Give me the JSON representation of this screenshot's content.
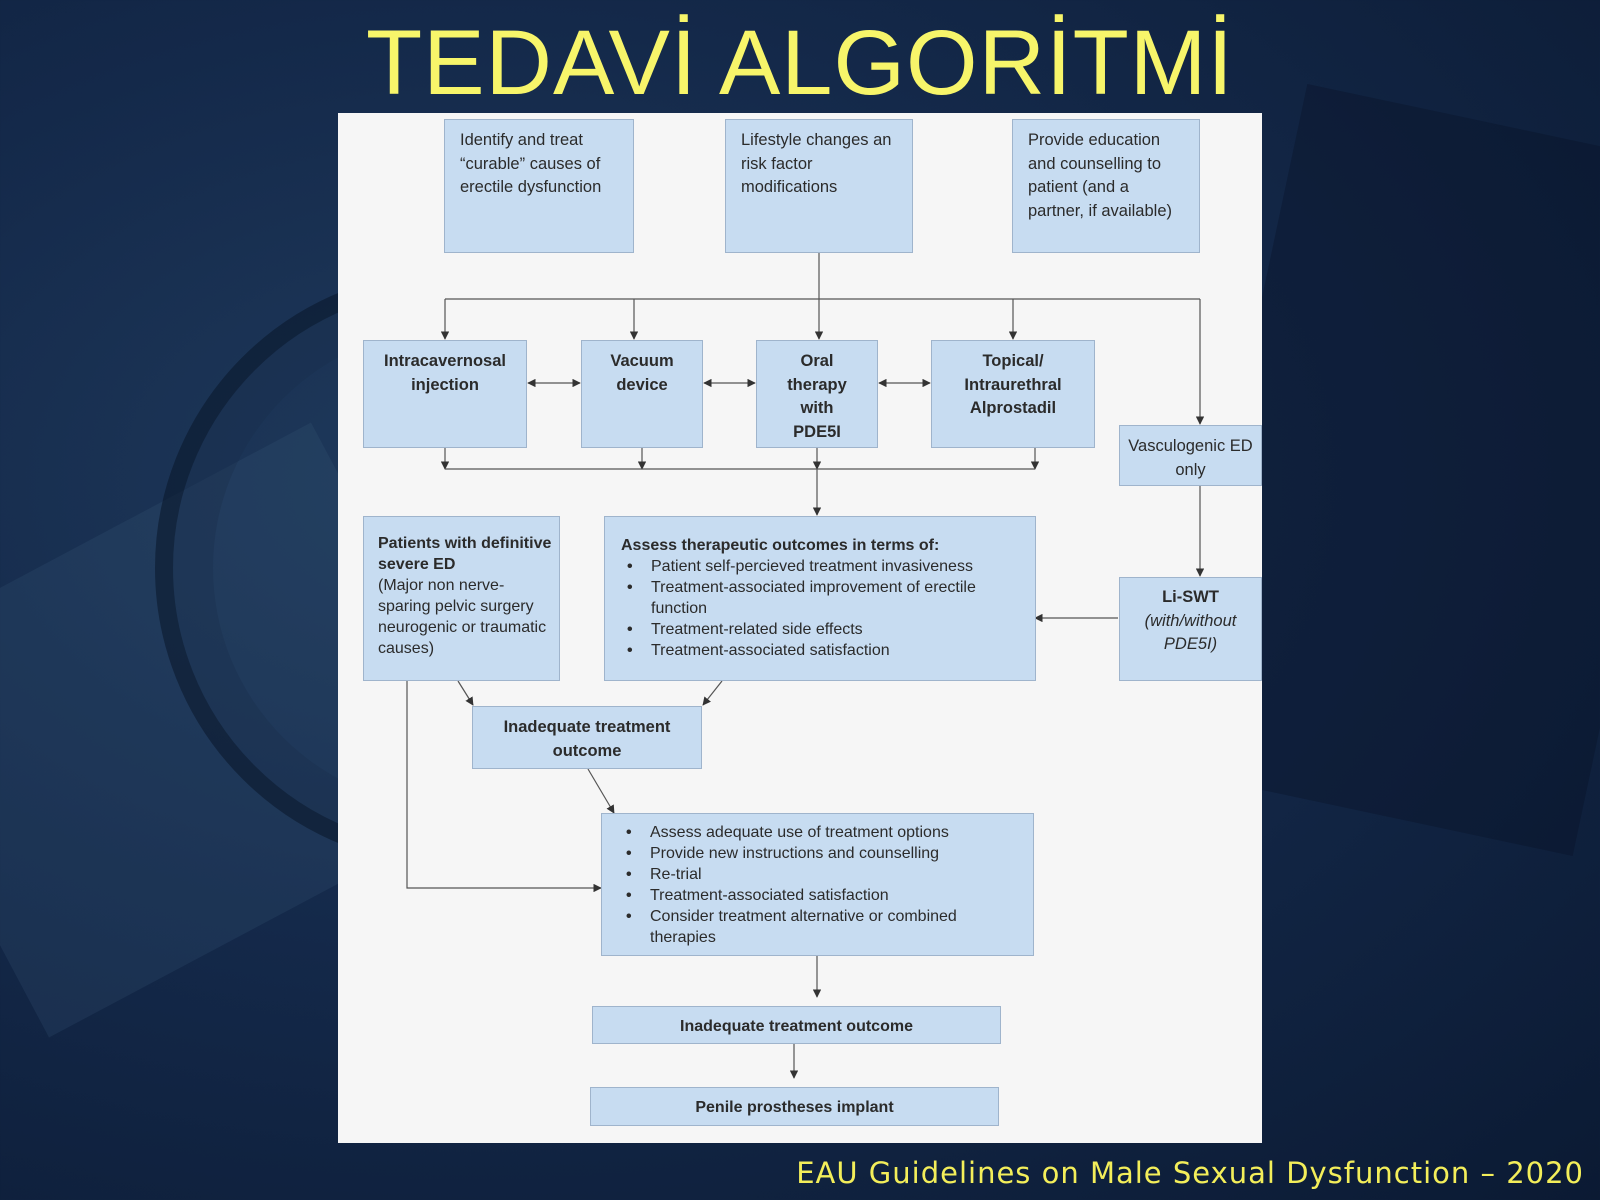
{
  "title": "TEDAVİ ALGORİTMİ",
  "footer": "EAU Guidelines on Male Sexual Dysfunction – 2020",
  "top_boxes": {
    "identify": "Identify and treat “curable” causes of erectile dysfunction",
    "lifestyle": "Lifestyle changes an risk factor modifications",
    "education": "Provide education and counselling to patient (and a partner, if available)"
  },
  "therapies": {
    "intracavernosal": "Intracavernosal injection",
    "vacuum": "Vacuum device",
    "oral": "Oral therapy with PDE5I",
    "topical": "Topical/ Intraurethral Alprostadil"
  },
  "vasculogenic": "Vasculogenic ED only",
  "liswt": {
    "title": "Li-SWT",
    "note": "(with/without PDE5I)"
  },
  "severe": {
    "title": "Patients with definitive severe ED",
    "note": "(Major non nerve-sparing pelvic surgery neurogenic or traumatic causes)"
  },
  "assess": {
    "title": "Assess therapeutic outcomes in terms of:",
    "items": [
      "Patient self-percieved treatment invasiveness",
      "Treatment-associated improvement of erectile function",
      "Treatment-related side effects",
      "Treatment-associated satisfaction"
    ]
  },
  "inadequate1": "Inadequate treatment outcome",
  "recheck": {
    "items": [
      "Assess adequate use of treatment options",
      "Provide new instructions and counselling",
      "Re-trial",
      "Treatment-associated satisfaction",
      "Consider treatment alternative or combined therapies"
    ]
  },
  "inadequate2": "Inadequate treatment outcome",
  "prosthesis": "Penile prostheses implant"
}
